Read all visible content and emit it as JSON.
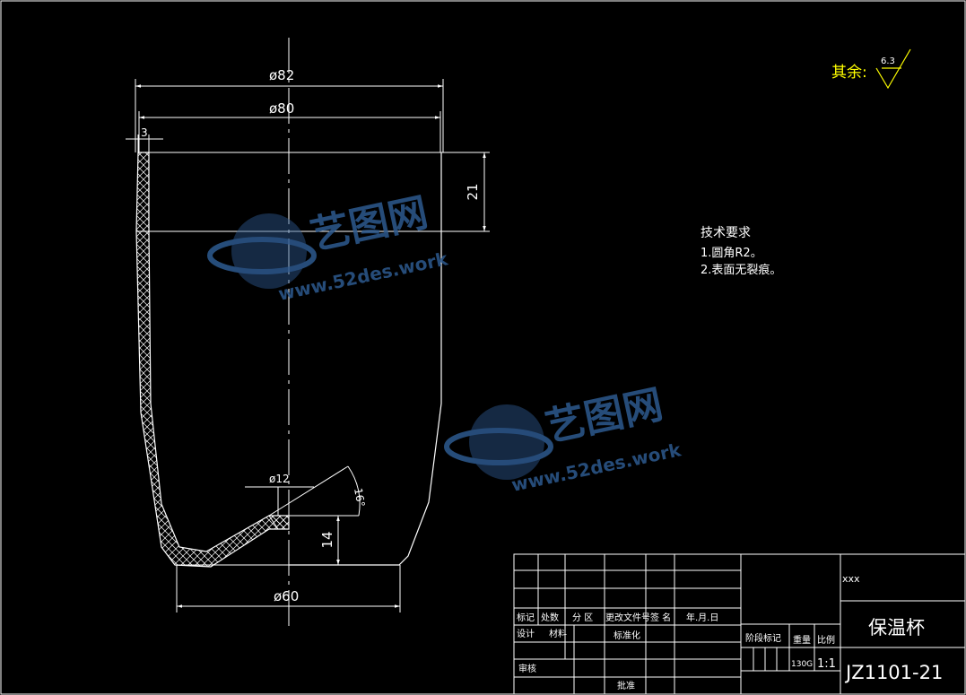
{
  "dimensions": {
    "outer_diameter": "ø82",
    "inner_diameter": "ø80",
    "wall_thickness": "3",
    "rim_height": "21",
    "bottom_hole": "ø12",
    "bottom_angle": "16°",
    "bottom_height": "14",
    "base_diameter": "ø60"
  },
  "surface_finish": {
    "label": "其余:",
    "value": "6.3"
  },
  "tech_requirements": {
    "heading": "技术要求",
    "item1": "1.圆角R2。",
    "item2": "2.表面无裂痕。"
  },
  "watermark": {
    "brand": "艺图网",
    "url": "www.52des.work"
  },
  "title_block": {
    "company": "xxx",
    "part_name": "保温杯",
    "drawing_no": "JZ1101-21",
    "mark_label": "标记",
    "count_label": "处数",
    "zone_label": "分 区",
    "change_doc_label": "更改文件号",
    "sign_label": "签 名",
    "date_label": "年.月.日",
    "design_label": "设计",
    "material_label": "材料",
    "standardize_label": "标准化",
    "stage_label": "阶段标记",
    "weight_label": "重量",
    "scale_label": "比例",
    "weight_value": "130G",
    "scale_value": "1:1",
    "review_label": "审核",
    "approve_label": "批准"
  },
  "colors": {
    "background": "#000000",
    "lines": "#ffffff",
    "finish": "#ffff00",
    "watermark": "#2d5a8f"
  }
}
